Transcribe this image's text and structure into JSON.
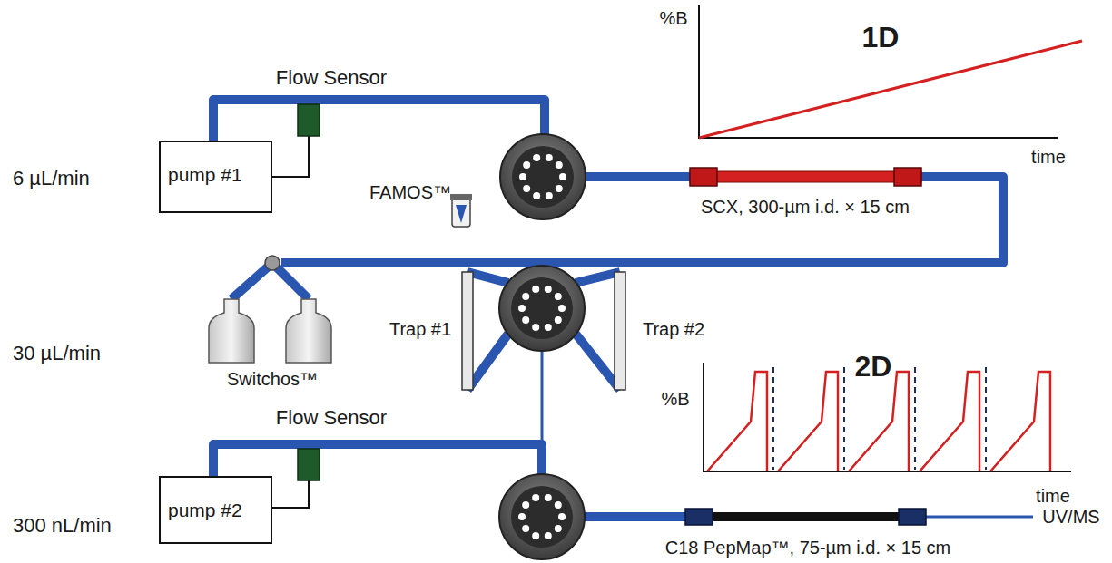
{
  "diagram": {
    "nodes": [
      {
        "text": [
          "pump #1"
        ]
      },
      {
        "text": [
          "pump #2"
        ]
      }
    ],
    "labels": [
      "Flow Sensor",
      "1D",
      "%B",
      "time",
      "6 µL/min",
      "FAMOS™",
      "SCX, 300-µm i.d. × 15 cm",
      "Switchos™",
      "Trap #1",
      "Trap #2",
      "2D",
      "%B",
      "time",
      "30 µL/min",
      "Flow Sensor",
      "300 nL/min",
      "UV/MS",
      "C18 PepMap™, 75-µm i.d. × 15 cm"
    ]
  }
}
